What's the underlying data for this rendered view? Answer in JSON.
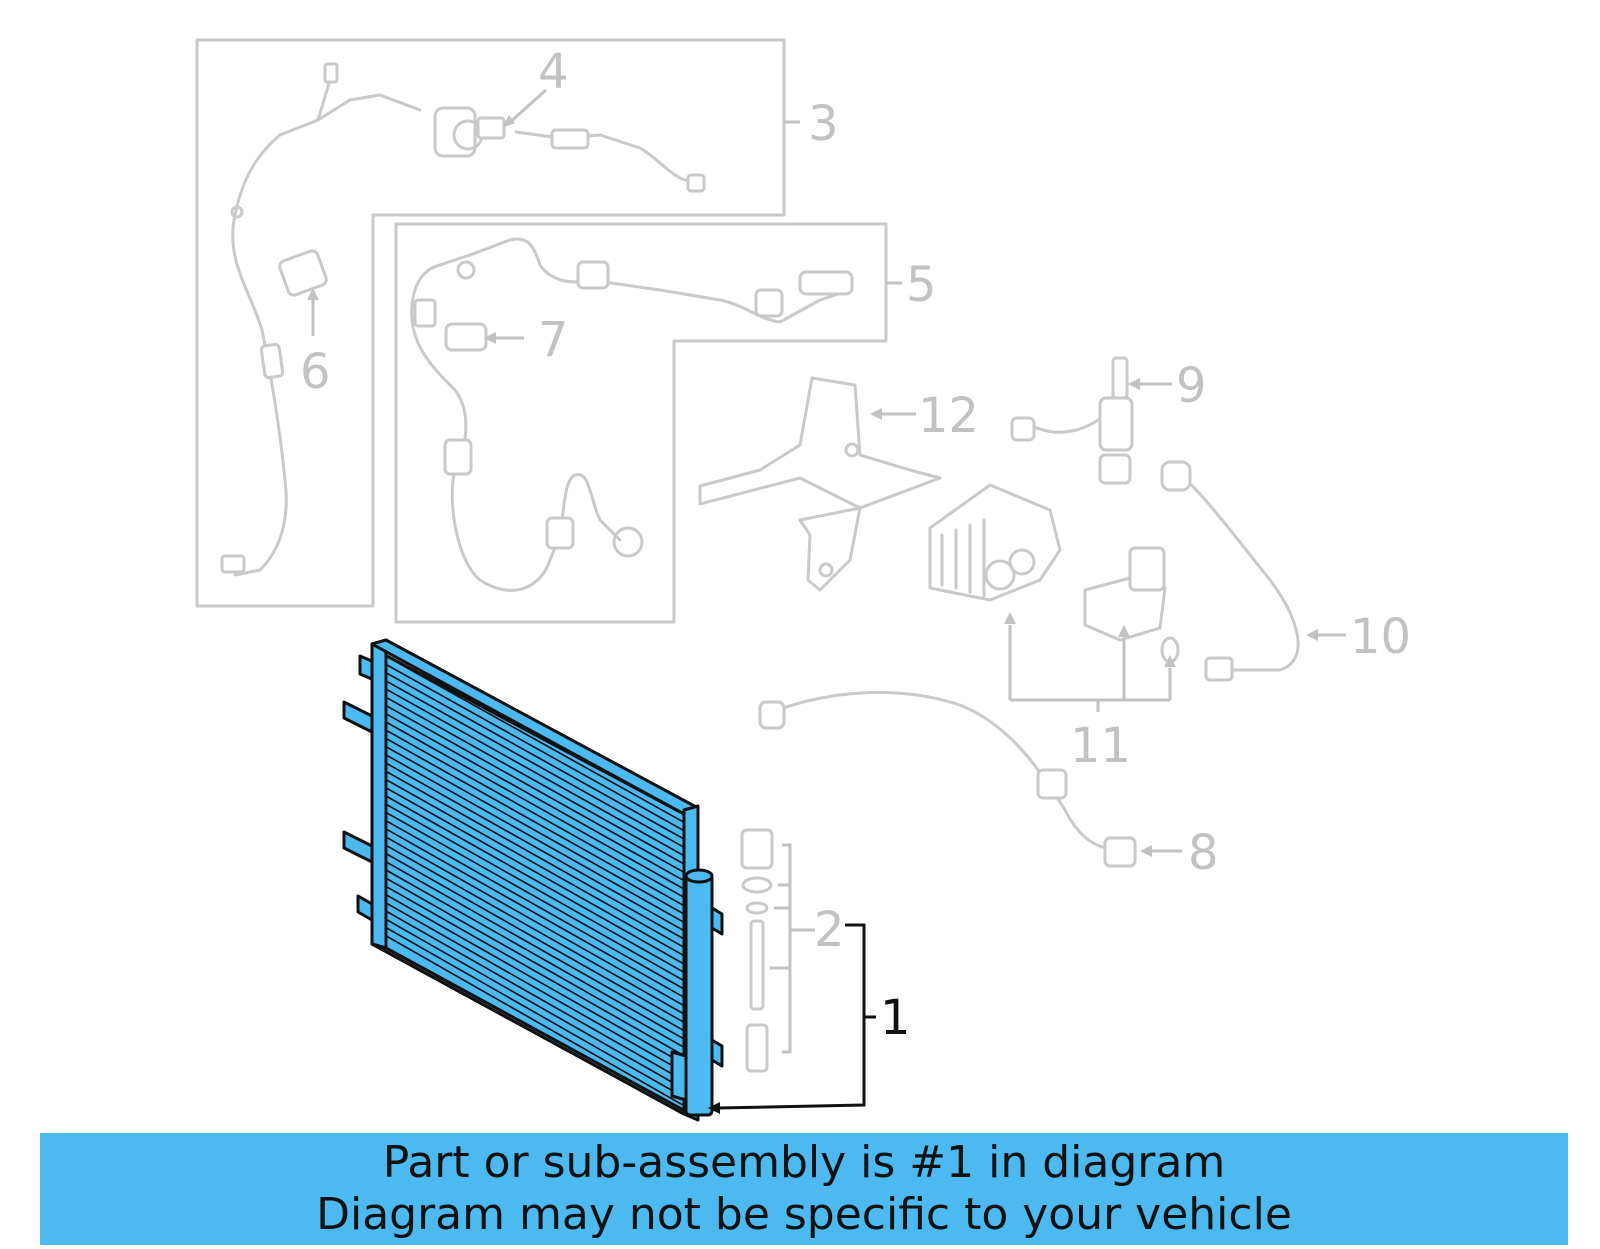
{
  "diagram": {
    "callouts": [
      "1",
      "2",
      "3",
      "4",
      "5",
      "6",
      "7",
      "8",
      "9",
      "10",
      "11",
      "12"
    ],
    "highlight_color": "#4cb9f0",
    "ghost_color": "#c9c9c9"
  },
  "banner": {
    "line1": "Part or sub-assembly is #1 in diagram",
    "line2": "Diagram may not be specific to your vehicle",
    "background": "#4cb9f0"
  }
}
